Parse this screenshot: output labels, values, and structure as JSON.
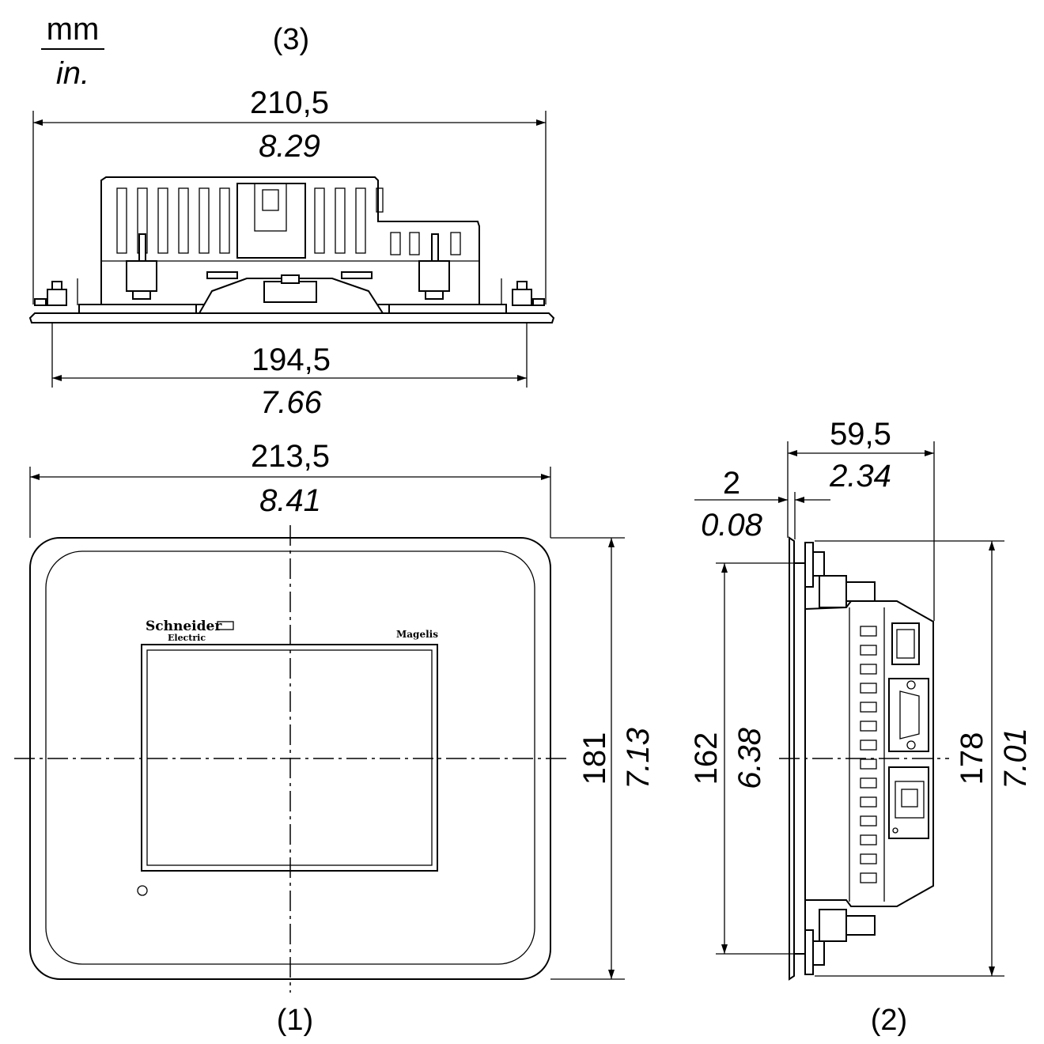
{
  "units": {
    "top": "mm",
    "bottom": "in."
  },
  "views": {
    "front": {
      "label": "(1)"
    },
    "side": {
      "label": "(2)"
    },
    "top": {
      "label": "(3)"
    }
  },
  "dimensions": {
    "top_overall_width": {
      "mm": "210,5",
      "in": "8.29"
    },
    "top_panel_width": {
      "mm": "194,5",
      "in": "7.66"
    },
    "front_width": {
      "mm": "213,5",
      "in": "8.41"
    },
    "front_height": {
      "mm": "181",
      "in": "7.13"
    },
    "side_depth": {
      "mm": "59,5",
      "in": "2.34"
    },
    "side_bezel": {
      "mm": "2",
      "in": "0.08"
    },
    "side_panel_height": {
      "mm": "162",
      "in": "6.38"
    },
    "side_height": {
      "mm": "178",
      "in": "7.01"
    }
  },
  "logos": {
    "brand_line1": "Schneider",
    "brand_line2": "Electric",
    "product": "Magelis"
  },
  "icons": [
    "arrow-head-icon",
    "mounting-clip-icon",
    "dsub-connector-icon",
    "rj45-port-icon",
    "usb-port-icon",
    "led-indicator-icon"
  ]
}
